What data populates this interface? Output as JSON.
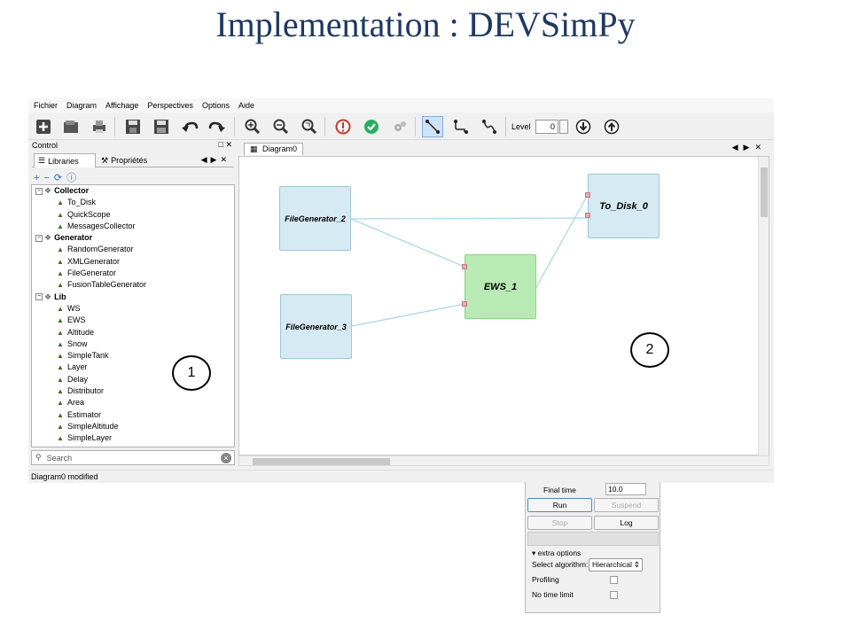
{
  "slide": {
    "title": "Implementation : DEVSimPy"
  },
  "menu": [
    "Fichier",
    "Diagram",
    "Affichage",
    "Perspectives",
    "Options",
    "Aide"
  ],
  "toolbar": {
    "level_label": "Level",
    "level_value": "0",
    "icons": [
      "new-diagram-icon",
      "open-icon",
      "print-icon",
      "save-icon",
      "save-as-icon",
      "undo-icon",
      "redo-icon",
      "zoom-in-icon",
      "zoom-out-icon",
      "zoom-reset-icon",
      "error-check-icon",
      "validate-icon",
      "gear-icon",
      "direct-link-icon",
      "square-link-icon",
      "linear-link-icon",
      "level-down-icon",
      "level-up-icon"
    ]
  },
  "control": {
    "title": "Control",
    "tab_libraries": "Libraries",
    "tab_properties": "Propriétés",
    "search_placeholder": "Search",
    "tree": [
      {
        "name": "Collector",
        "items": [
          "To_Disk",
          "QuickScope",
          "MessagesCollector"
        ]
      },
      {
        "name": "Generator",
        "items": [
          "RandomGenerator",
          "XMLGenerator",
          "FileGenerator",
          "FusionTableGenerator"
        ]
      },
      {
        "name": "Lib",
        "items": [
          "WS",
          "EWS",
          "Altitude",
          "Snow",
          "SimpleTank",
          "Layer",
          "Delay",
          "Distributor",
          "Area",
          "Estimator",
          "SimpleAltitude",
          "SimpleLayer"
        ]
      }
    ]
  },
  "diagram": {
    "tab": "Diagram0",
    "blocks": {
      "fg2": "FileGenerator_2",
      "fg3": "FileGenerator_3",
      "ews": "EWS_1",
      "disk": "To_Disk_0"
    }
  },
  "annotations": {
    "one": "1",
    "two": "2"
  },
  "status": {
    "text": "Diagram0 modified"
  },
  "simulation": {
    "final_time_label": "Final time",
    "final_time_value": "10.0",
    "run": "Run",
    "suspend": "Suspend",
    "stop": "Stop",
    "log": "Log",
    "extra_options": "extra options",
    "algorithm_label": "Select algorithm:",
    "algorithm_value": "Hierarchical",
    "profiling_label": "Profiling",
    "no_time_limit_label": "No time limit"
  },
  "colors": {
    "title": "#1f3864",
    "atomic_block": "#d6eaf3",
    "coupled_block": "#b9eab3",
    "port": "#e8a9b0",
    "link": "#a9d5e4"
  }
}
